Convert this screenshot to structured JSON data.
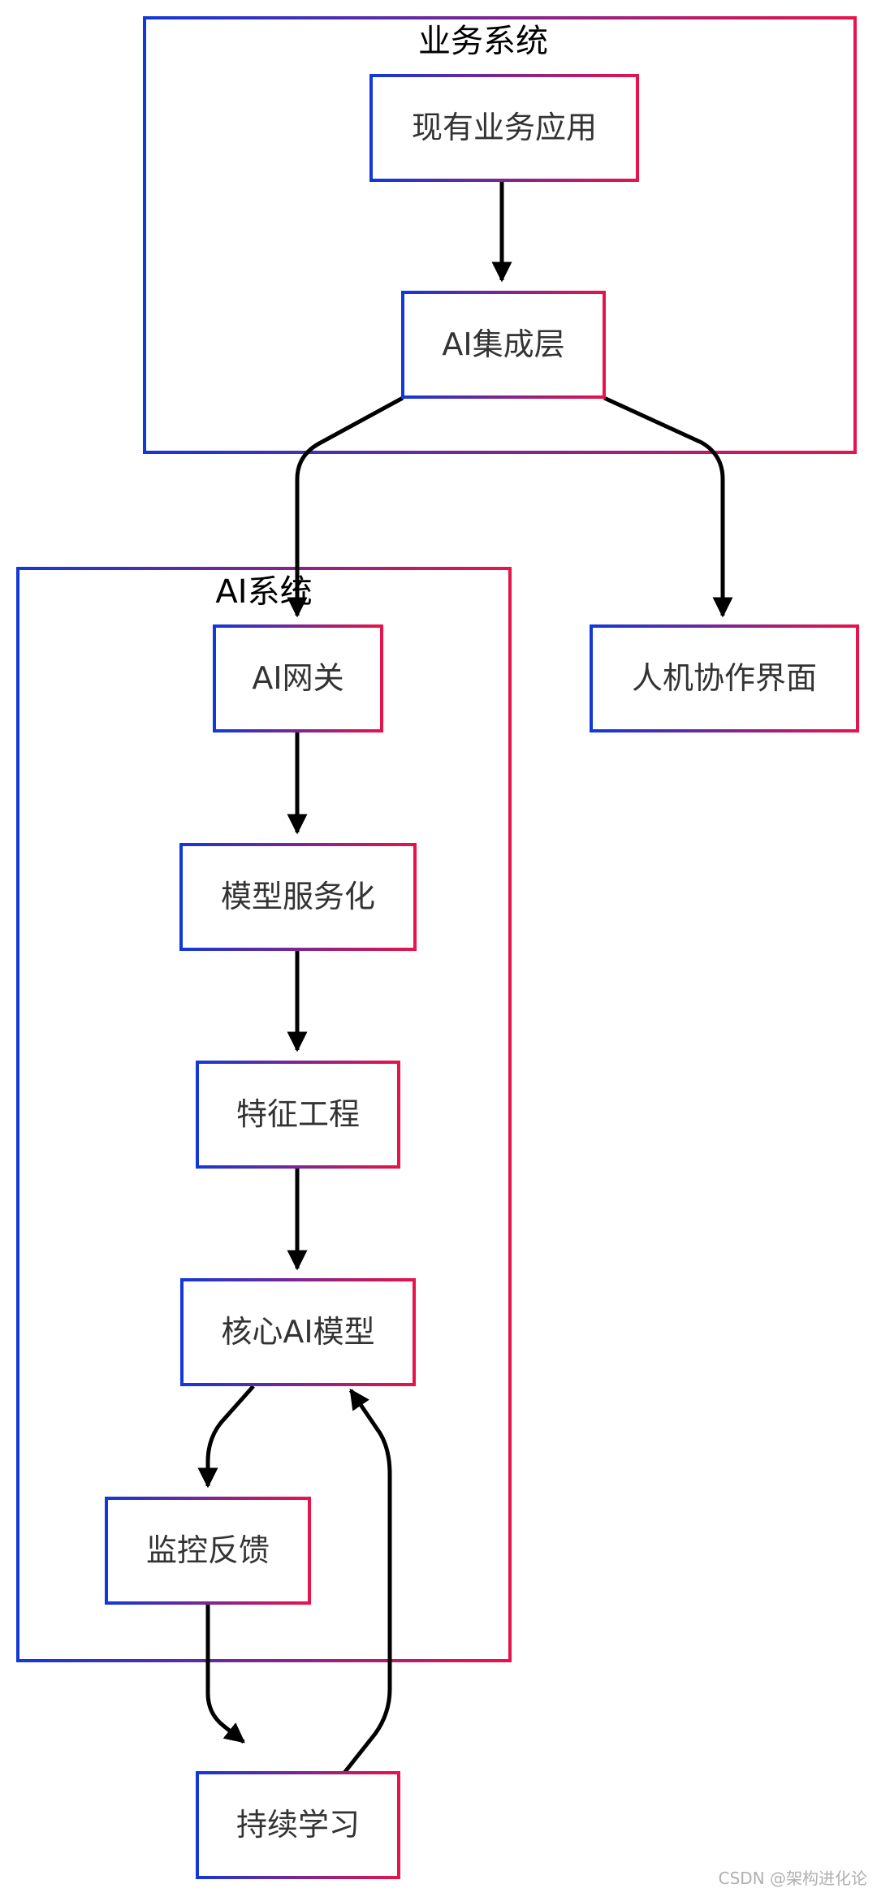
{
  "colors": {
    "gradient_start": "#1238D8",
    "gradient_end": "#E8134A",
    "edge": "#000000",
    "text": "#333333"
  },
  "groups": {
    "business": {
      "label": "业务系统"
    },
    "ai": {
      "label": "AI系统"
    }
  },
  "nodes": {
    "existing_app": "现有业务应用",
    "ai_integration": "AI集成层",
    "ai_gateway": "AI网关",
    "model_serving": "模型服务化",
    "feature_engineering": "特征工程",
    "core_model": "核心AI模型",
    "monitoring": "监控反馈",
    "continuous_learning": "持续学习",
    "human_ai": "人机协作界面"
  },
  "edges": [
    {
      "from": "existing_app",
      "to": "ai_integration"
    },
    {
      "from": "ai_integration",
      "to": "ai_gateway"
    },
    {
      "from": "ai_integration",
      "to": "human_ai"
    },
    {
      "from": "ai_gateway",
      "to": "model_serving"
    },
    {
      "from": "model_serving",
      "to": "feature_engineering"
    },
    {
      "from": "feature_engineering",
      "to": "core_model"
    },
    {
      "from": "core_model",
      "to": "monitoring"
    },
    {
      "from": "monitoring",
      "to": "continuous_learning"
    },
    {
      "from": "continuous_learning",
      "to": "core_model"
    }
  ],
  "watermark": "CSDN @架构进化论"
}
